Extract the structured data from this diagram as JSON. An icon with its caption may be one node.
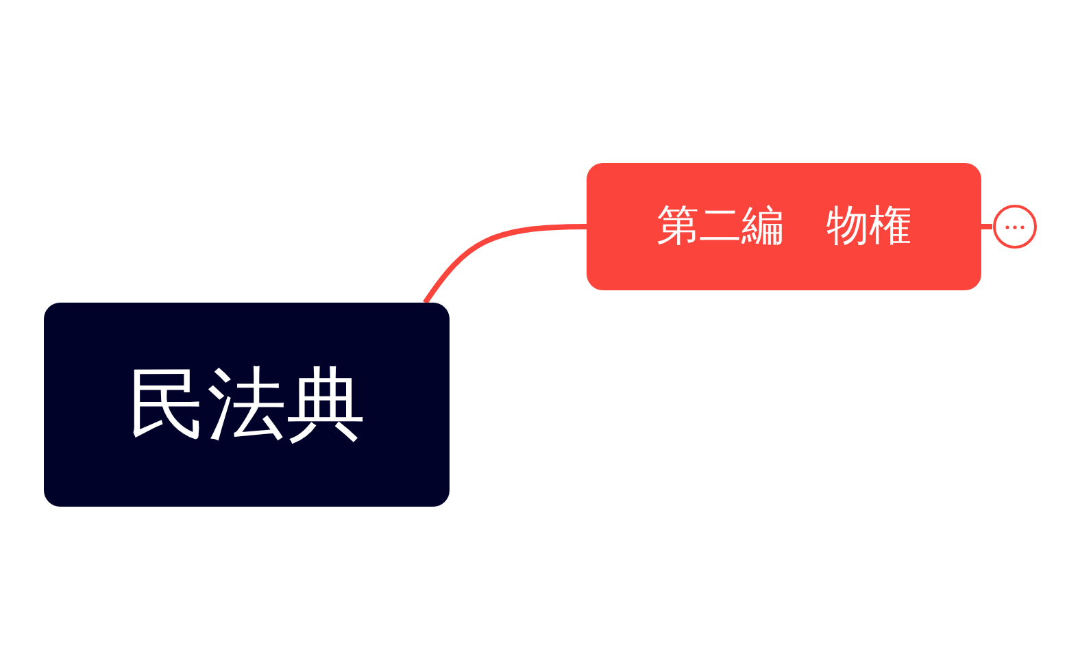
{
  "diagram": {
    "nodes": [
      {
        "text": [
          "民法典"
        ]
      },
      {
        "text": [
          "第二編　物権"
        ]
      },
      {
        "text": [],
        "shape": "circle"
      }
    ],
    "edges": [
      {
        "from": 0,
        "to": 1,
        "arrow": "none",
        "color": "#fb443c"
      },
      {
        "from": 1,
        "to": 2,
        "arrow": "none",
        "color": "#fb443c"
      }
    ]
  }
}
